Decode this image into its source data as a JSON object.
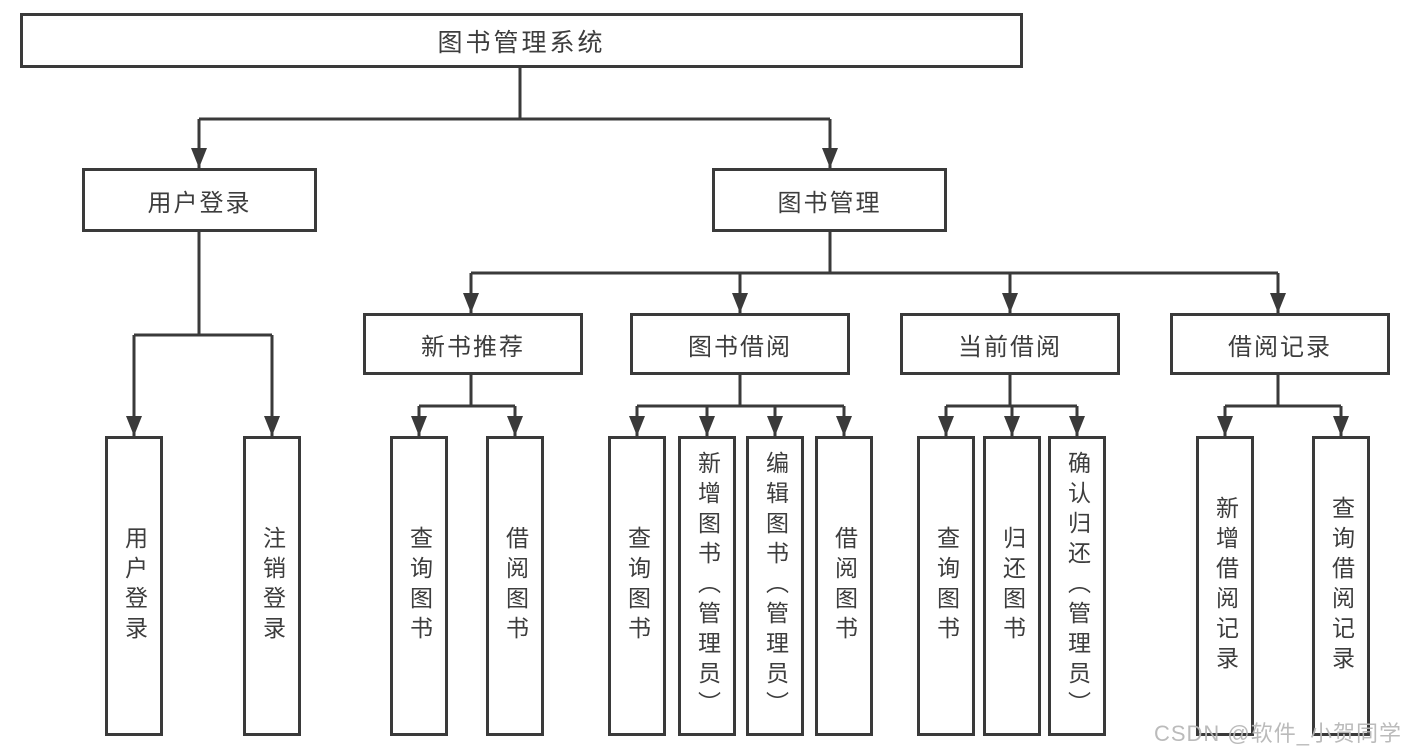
{
  "diagram": {
    "root": {
      "label": "图书管理系统"
    },
    "branches": [
      {
        "label": "用户登录",
        "leaves": [
          {
            "label": "用户登录"
          },
          {
            "label": "注销登录"
          }
        ]
      },
      {
        "label": "图书管理",
        "groups": [
          {
            "label": "新书推荐",
            "leaves": [
              {
                "label": "查询图书"
              },
              {
                "label": "借阅图书"
              }
            ]
          },
          {
            "label": "图书借阅",
            "leaves": [
              {
                "label": "查询图书"
              },
              {
                "label": "新增图书（管理员）"
              },
              {
                "label": "编辑图书（管理员）"
              },
              {
                "label": "借阅图书"
              }
            ]
          },
          {
            "label": "当前借阅",
            "leaves": [
              {
                "label": "查询图书"
              },
              {
                "label": "归还图书"
              },
              {
                "label": "确认归还（管理员）"
              }
            ]
          },
          {
            "label": "借阅记录",
            "leaves": [
              {
                "label": "新增借阅记录"
              },
              {
                "label": "查询借阅记录"
              }
            ]
          }
        ]
      }
    ]
  },
  "watermark": {
    "text": "CSDN @软件_小贺同学"
  },
  "colors": {
    "line": "#3a3a3a",
    "text": "#3d3d3d",
    "watermark": "#b7b7b7",
    "background": "#ffffff"
  }
}
